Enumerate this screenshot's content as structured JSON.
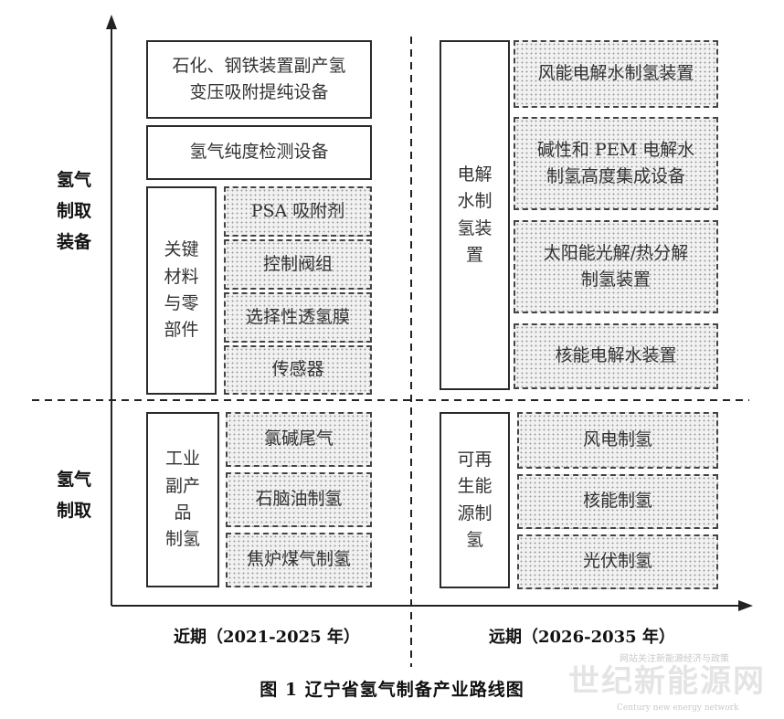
{
  "y_groups": {
    "equipment": "氢气\n制取\n装备",
    "production": "氢气\n制取"
  },
  "near_term": {
    "label": "近期（2021-2025 年）",
    "equipment": {
      "byproduct_purification": "石化、钢铁装置副产氢\n变压吸附提纯设备",
      "purity_testing": "氢气纯度检测设备",
      "key_materials_title": "关键\n材料\n与零\n部件",
      "key_materials": [
        "PSA 吸附剂",
        "控制阀组",
        "选择性透氢膜",
        "传感器"
      ]
    },
    "production": {
      "title": "工业\n副产\n品\n制氢",
      "items": [
        "氯碱尾气",
        "石脑油制氢",
        "焦炉煤气制氢"
      ]
    }
  },
  "long_term": {
    "label": "远期（2026-2035 年）",
    "equipment": {
      "title": "电解\n水制\n氢装\n置",
      "items": [
        "风能电解水制氢装置",
        "碱性和 PEM 电解水\n制氢高度集成设备",
        "太阳能光解/热分解\n制氢装置",
        "核能电解水装置"
      ]
    },
    "production": {
      "title": "可再\n生能\n源制\n氢",
      "items": [
        "风电制氢",
        "核能制氢",
        "光伏制氢"
      ]
    }
  },
  "caption": "图 1  辽宁省氢气制备产业路线图",
  "watermark": {
    "main": "世纪新能源网",
    "top": "网站关注新能源经济与政策",
    "bottom": "Century new energy network"
  }
}
